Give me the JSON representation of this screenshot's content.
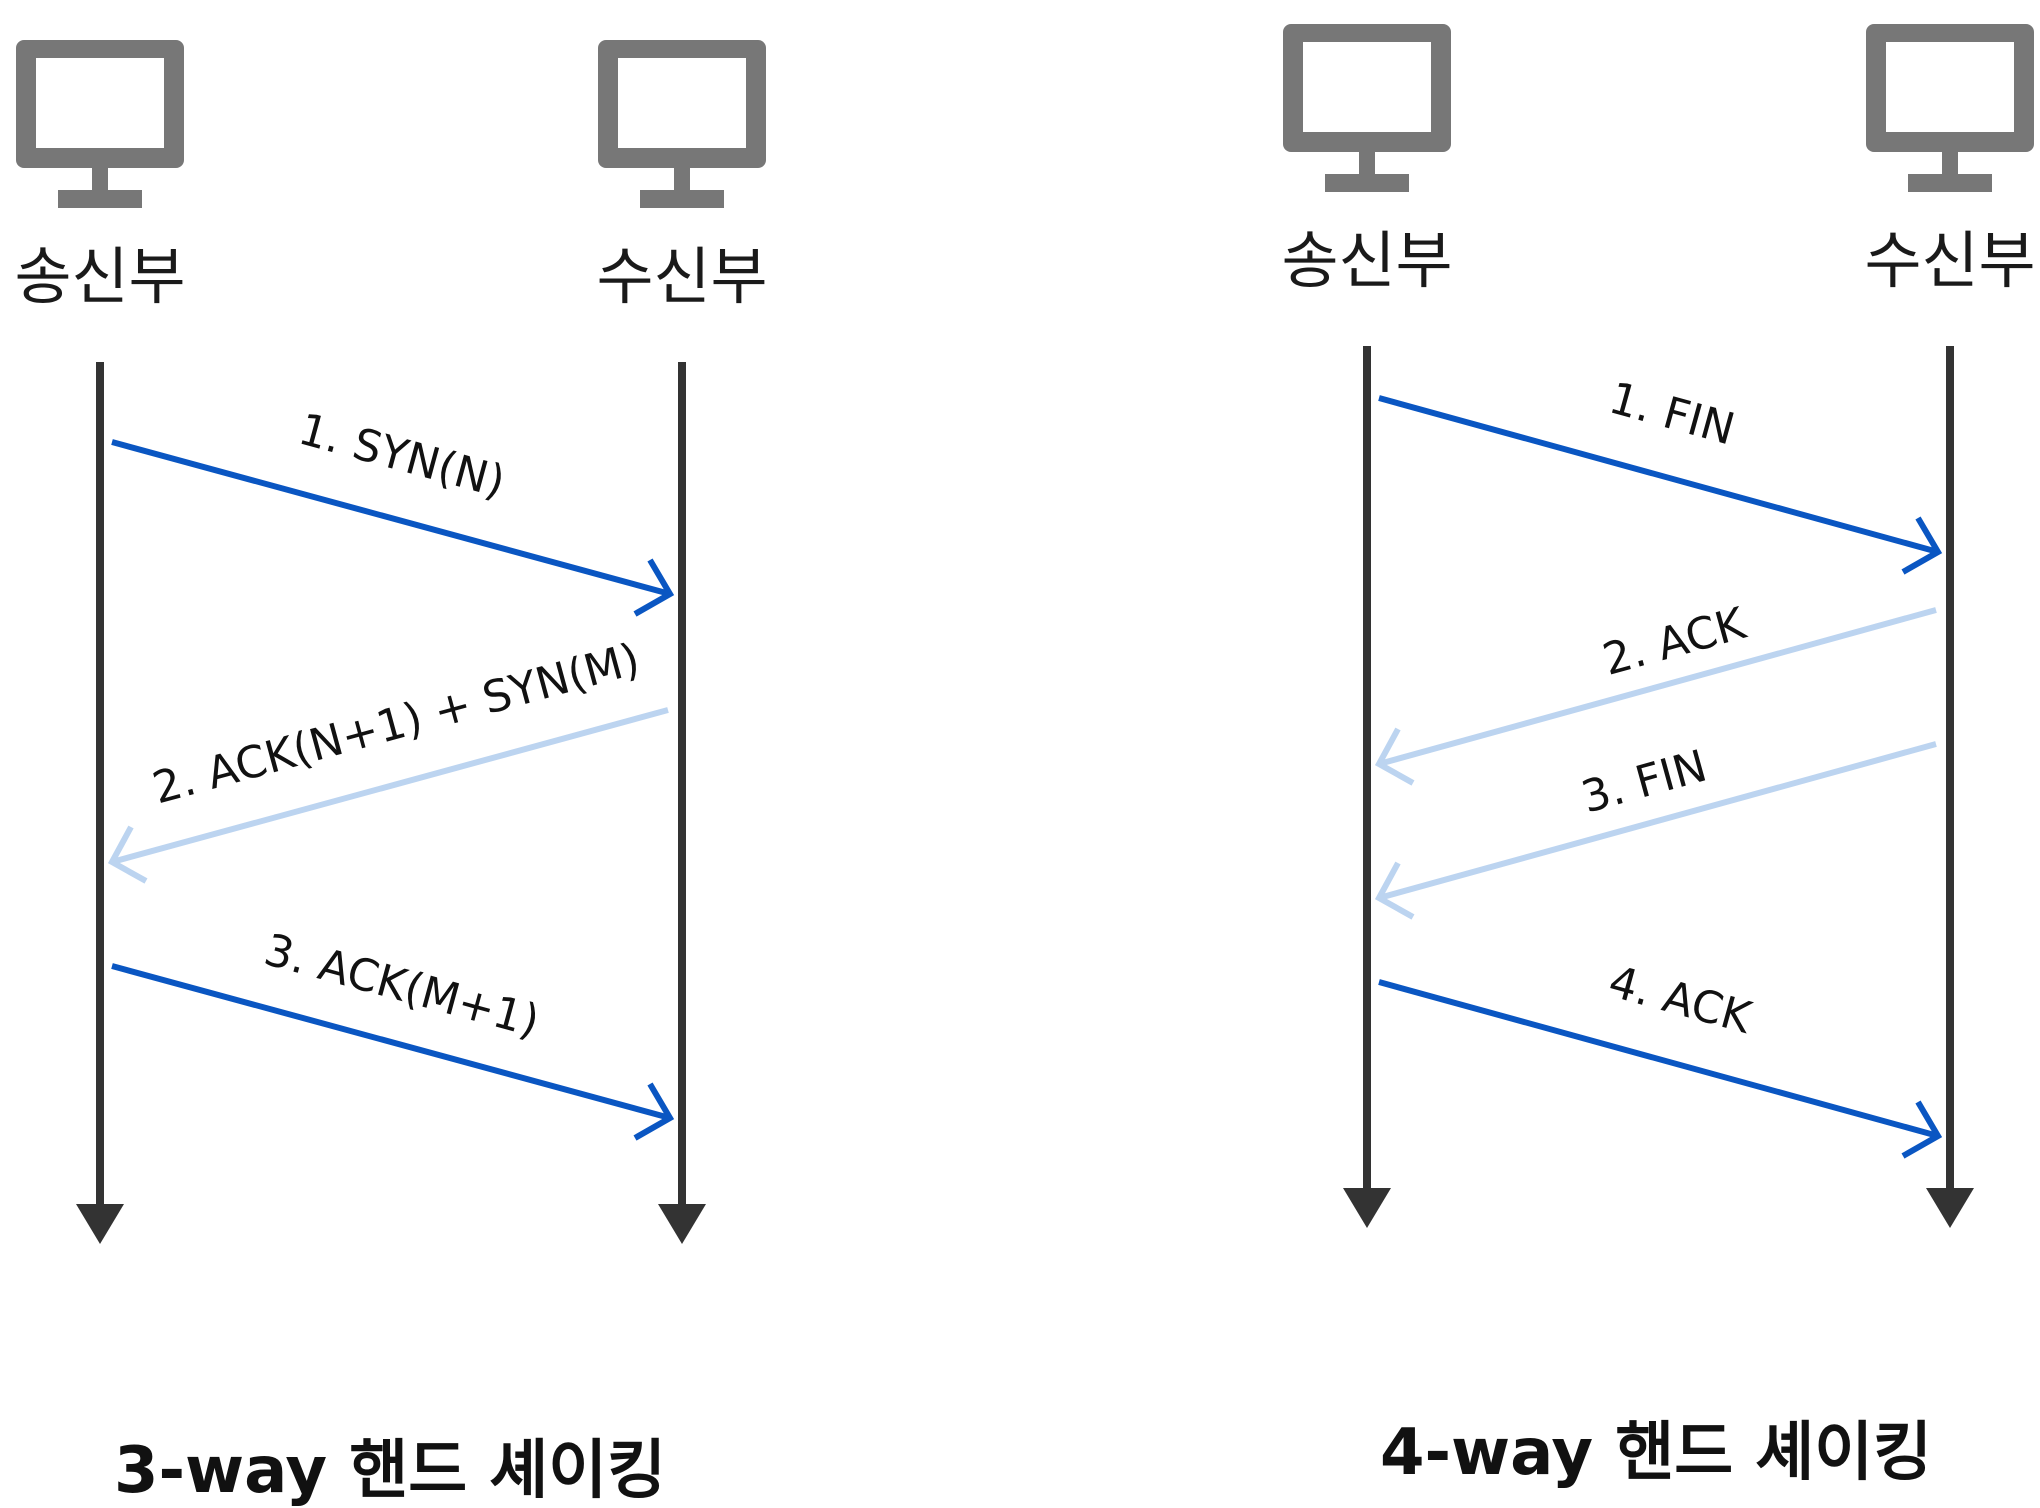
{
  "colors": {
    "icon": "#777777",
    "lifeline": "#333333",
    "primary_arrow": "#0a56c2",
    "secondary_arrow": "#bcd4f0",
    "text": "#111111"
  },
  "icons": [
    "monitor-icon"
  ],
  "diagrams": [
    {
      "sender": "송신부",
      "receiver": "수신부",
      "caption": "3-way 핸드 셰이킹",
      "messages": [
        {
          "label": "1. SYN(N)",
          "direction": "sender-to-receiver",
          "style": "primary"
        },
        {
          "label": "2. ACK(N+1) + SYN(M)",
          "direction": "receiver-to-sender",
          "style": "secondary"
        },
        {
          "label": "3. ACK(M+1)",
          "direction": "sender-to-receiver",
          "style": "primary"
        }
      ]
    },
    {
      "sender": "송신부",
      "receiver": "수신부",
      "caption": "4-way 핸드 셰이킹",
      "messages": [
        {
          "label": "1. FIN",
          "direction": "sender-to-receiver",
          "style": "primary"
        },
        {
          "label": "2. ACK",
          "direction": "receiver-to-sender",
          "style": "secondary"
        },
        {
          "label": "3. FIN",
          "direction": "receiver-to-sender",
          "style": "secondary"
        },
        {
          "label": "4. ACK",
          "direction": "sender-to-receiver",
          "style": "primary"
        }
      ]
    }
  ]
}
